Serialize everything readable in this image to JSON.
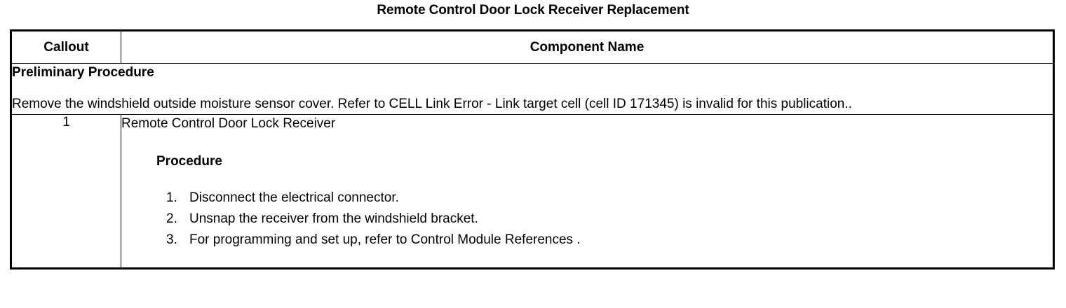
{
  "document": {
    "title": "Remote Control Door Lock Receiver Replacement"
  },
  "table": {
    "headers": {
      "callout": "Callout",
      "component": "Component Name"
    },
    "preliminary": {
      "heading": "Preliminary Procedure",
      "body": "Remove the windshield outside moisture sensor cover. Refer to CELL Link Error - Link target cell (cell ID 171345) is invalid for this publication.."
    },
    "rows": [
      {
        "callout": "1",
        "component_name": "Remote Control Door Lock Receiver",
        "procedure_heading": "Procedure",
        "steps": [
          "Disconnect the electrical connector.",
          "Unsnap the receiver from the windshield bracket.",
          "For programming and set up, refer to Control Module References ."
        ]
      }
    ]
  },
  "colors": {
    "text": "#000000",
    "background": "#ffffff",
    "border": "#000000"
  }
}
